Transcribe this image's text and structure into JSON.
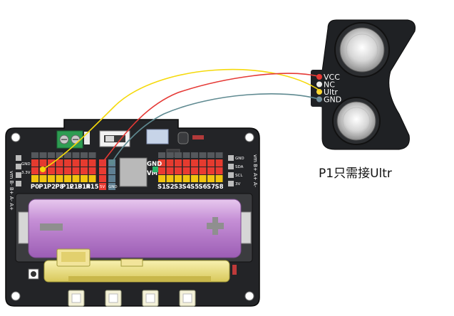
{
  "caption": "P1只需接Ultr",
  "sensor": {
    "pins": [
      "VCC",
      "NC",
      "Ultr",
      "GND"
    ],
    "pin_colors": [
      "#e53935",
      "#eeeeee",
      "#fdd835",
      "#78909c"
    ]
  },
  "board": {
    "left_header": [
      "P0",
      "P1",
      "P2",
      "P8",
      "P12",
      "P13",
      "P14",
      "P15"
    ],
    "right_header": [
      "S1",
      "S2",
      "S3",
      "S4",
      "S5",
      "S6",
      "S7",
      "S8"
    ],
    "gnd_label": "GND",
    "vm_label": "VM",
    "v5_label": "5V",
    "gnd_small": "GND",
    "left_side": [
      "GND",
      "3.3V"
    ],
    "right_side": [
      "GND",
      "SDA",
      "SCL",
      "3V"
    ],
    "vertical_left": "vm B- B+ A- A+",
    "vertical_right": "vm B+ A+ A-",
    "battery_minus": "−",
    "battery_plus": "+"
  },
  "wires": {
    "colors": {
      "vcc": "#e53935",
      "signal": "#f5d90a",
      "gnd": "#5f8a91"
    }
  }
}
